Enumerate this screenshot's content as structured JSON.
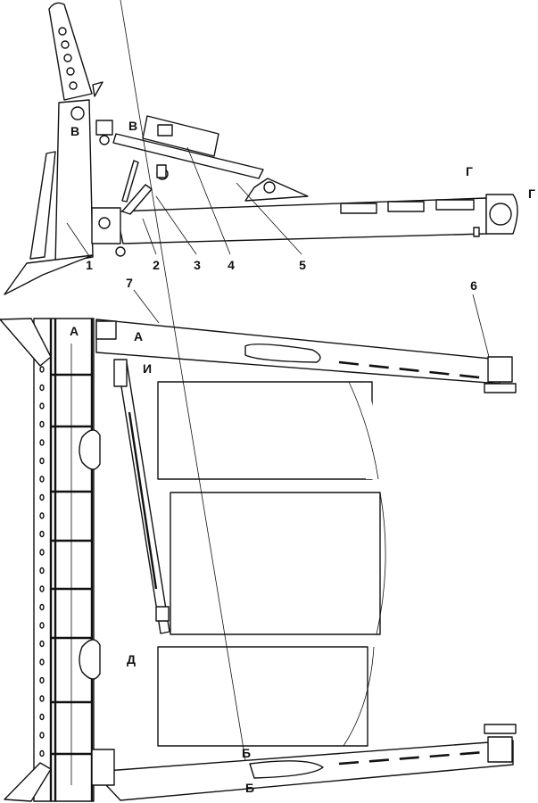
{
  "drawing": {
    "side_view": {
      "callouts": [
        "1",
        "2",
        "3",
        "4",
        "5"
      ],
      "section_marks": {
        "v_left": "В",
        "v_right": "В",
        "g_left": "Г",
        "g_right": "Г"
      }
    },
    "plan_view": {
      "callouts": [
        "7",
        "6"
      ],
      "section_marks": {
        "a_left": "А",
        "a_right": "А",
        "i": "И",
        "d": "Д",
        "b_top": "Б",
        "b_bottom": "Б"
      }
    }
  }
}
